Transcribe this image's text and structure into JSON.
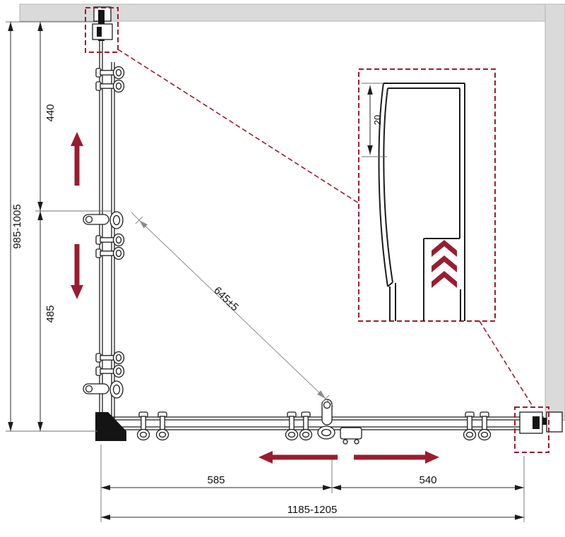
{
  "colors": {
    "accent_red": "#9A1C30",
    "wall_gray": "#DADADA",
    "line_black": "#1C1C1C",
    "guide_gray": "#8C8C8C"
  },
  "dimensions": {
    "left_total": "985-1005",
    "left_upper": "440",
    "left_lower": "485",
    "diagonal": "645±5",
    "bottom_left_segment": "585",
    "bottom_right_segment": "540",
    "bottom_total": "1185-1205"
  },
  "detail": {
    "gap": "20"
  }
}
